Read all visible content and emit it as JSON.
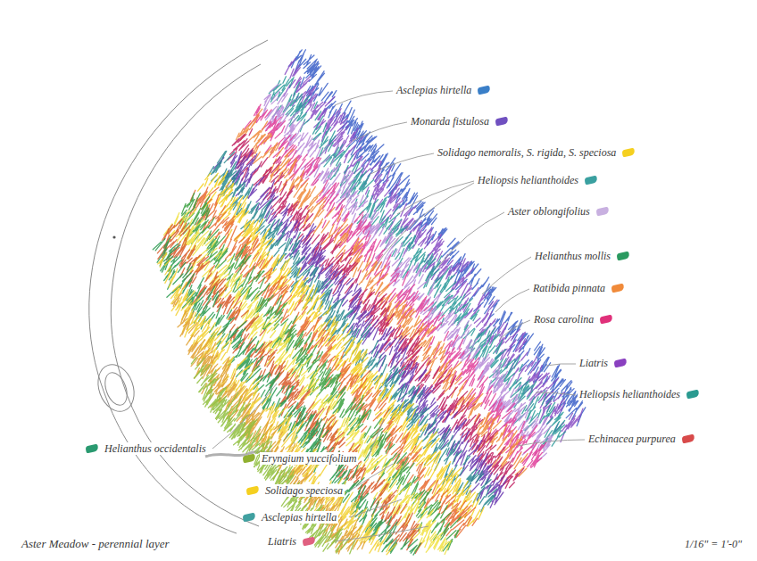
{
  "diagram": {
    "title": "Aster Meadow - perennial layer",
    "labels": [
      "1/16\" = 1'-0\""
    ],
    "legend": [
      {
        "text": "Asclepias hirtella",
        "color": "#3a7fc8"
      },
      {
        "text": "Monarda fistulosa",
        "color": "#7050c0"
      },
      {
        "text": "Solidago nemoralis, S. rigida, S. speciosa",
        "color": "#f5d020"
      },
      {
        "text": "Heliopsis helianthoides",
        "color": "#3aa0a0"
      },
      {
        "text": "Aster oblongifolius",
        "color": "#c8b0e0"
      },
      {
        "text": "Helianthus mollis",
        "color": "#2a9a60"
      },
      {
        "text": "Ratibida pinnata",
        "color": "#f08a3a"
      },
      {
        "text": "Rosa carolina",
        "color": "#e0307a"
      },
      {
        "text": "Liatris",
        "color": "#8a40c0"
      },
      {
        "text": "Heliopsis helianthoides",
        "color": "#2a9a90"
      },
      {
        "text": "Echinacea purpurea",
        "color": "#d84a4a"
      },
      {
        "text": "Helianthus occidentalis",
        "color": "#2a9a70"
      },
      {
        "text": "Eryngium yuccifolium",
        "color": "#90b030"
      },
      {
        "text": "Solidago speciosa",
        "color": "#f5d020"
      },
      {
        "text": "Asclepias hirtella",
        "color": "#40a0a0"
      },
      {
        "text": "Liatris",
        "color": "#e06080"
      }
    ]
  }
}
